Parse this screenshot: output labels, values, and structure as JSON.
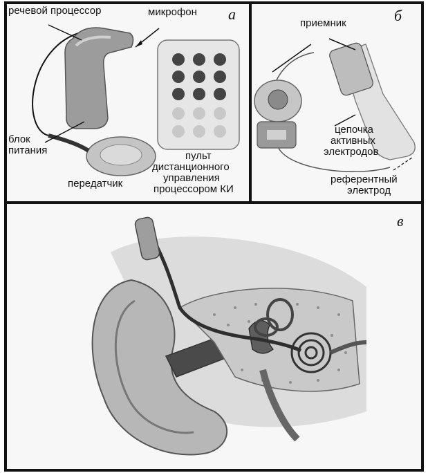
{
  "panel_a": {
    "letter": "а",
    "labels": {
      "speech_processor": "речевой процессор",
      "microphone": "микрофон",
      "battery_line1": "блок",
      "battery_line2": "питания",
      "transmitter": "передатчик",
      "remote_line1": "пульт",
      "remote_line2": "дистанционного",
      "remote_line3": "управления",
      "remote_line4": "процессором КИ"
    }
  },
  "panel_b": {
    "letter": "б",
    "labels": {
      "receiver": "приемник",
      "chain_line1": "цепочка",
      "chain_line2": "активных",
      "chain_line3": "электродов",
      "ref_line1": "референтный",
      "ref_line2": "электрод"
    }
  },
  "panel_c": {
    "letter": "в"
  },
  "colors": {
    "ink": "#111111",
    "gray_dark": "#6d6d6d",
    "gray_mid": "#a8a8a8",
    "gray_light": "#d6d6d6",
    "paper": "#f7f7f7"
  }
}
